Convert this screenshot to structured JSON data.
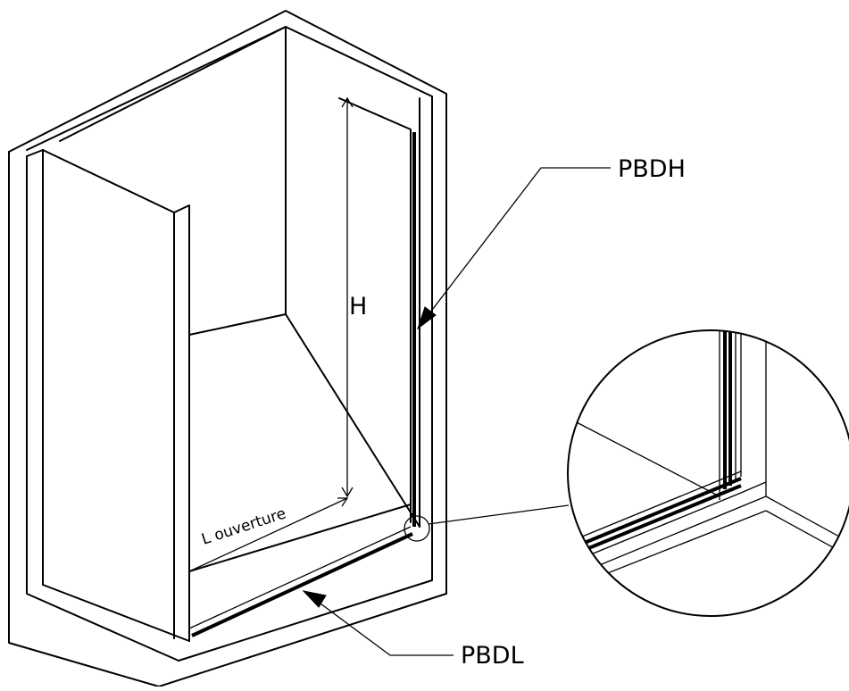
{
  "labels": {
    "height_dim": "H",
    "width_dim": "L ouverture",
    "profile_top": "PBDH",
    "profile_bottom": "PBDL"
  }
}
